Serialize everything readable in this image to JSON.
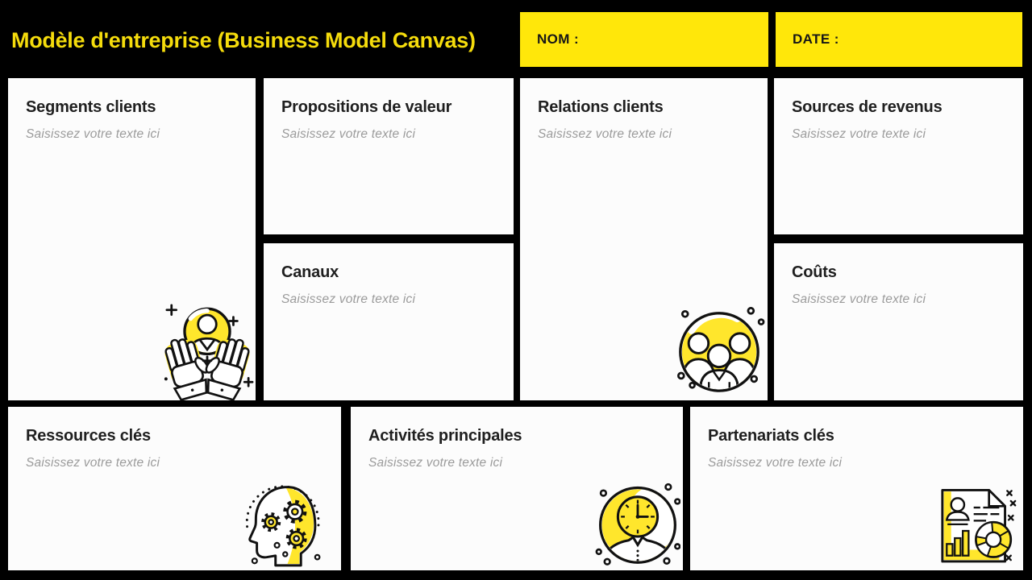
{
  "header": {
    "title": "Modèle d'entreprise (Business Model Canvas)",
    "name_label": "NOM :",
    "date_label": "DATE :"
  },
  "cards": [
    {
      "title": "Segments clients",
      "placeholder": "Saisissez votre texte ici",
      "icon": "hands-holding-user-icon"
    },
    {
      "title": "Propositions de valeur",
      "placeholder": "Saisissez votre texte ici",
      "icon": ""
    },
    {
      "title": "Canaux",
      "placeholder": "Saisissez votre texte ici",
      "icon": ""
    },
    {
      "title": "Relations clients",
      "placeholder": "Saisissez votre texte ici",
      "icon": "customer-group-icon"
    },
    {
      "title": "Sources de revenus",
      "placeholder": "Saisissez votre texte ici",
      "icon": ""
    },
    {
      "title": "Coûts",
      "placeholder": "Saisissez votre texte ici",
      "icon": ""
    },
    {
      "title": "Ressources clés",
      "placeholder": "Saisissez votre texte ici",
      "icon": "head-gears-icon"
    },
    {
      "title": "Activités principales",
      "placeholder": "Saisissez votre texte ici",
      "icon": "clock-person-icon"
    },
    {
      "title": "Partenariats clés",
      "placeholder": "Saisissez votre texte ici",
      "icon": "report-document-icon"
    }
  ],
  "colors": {
    "background": "#000000",
    "accent_yellow": "#FFE70A",
    "icon_yellow": "#FFE62C",
    "title_yellow": "#F5DC0C",
    "card_background": "#FCFCFC",
    "heading_text": "#1F1F1F",
    "placeholder_text": "#9B9B9B"
  }
}
